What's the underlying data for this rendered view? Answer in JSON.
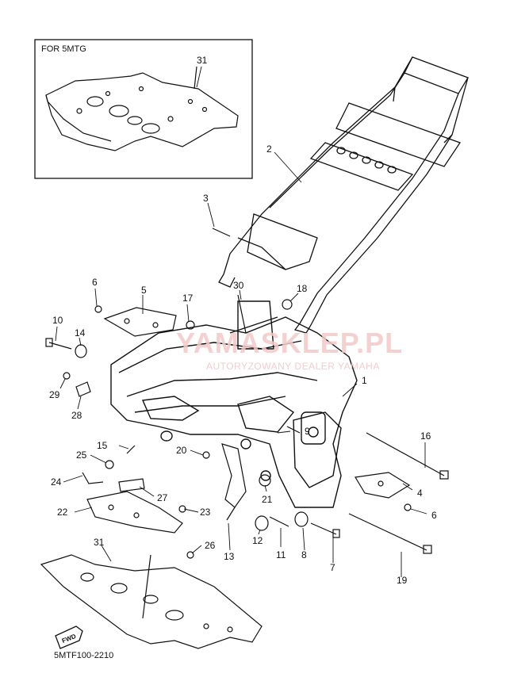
{
  "inset": {
    "caption": "FOR 5MTG",
    "part_number": "31"
  },
  "watermark": {
    "main": "YAMASKLEP.PL",
    "sub": "AUTORYZOWANY DEALER YAMAHA",
    "color": "#f3c9c9"
  },
  "fwd_label": "FWD",
  "drawing_code": "5MTF100-2210",
  "callouts": {
    "c1": "1",
    "c2": "2",
    "c3": "3",
    "c4": "4",
    "c5": "5",
    "c6a": "6",
    "c6b": "6",
    "c7": "7",
    "c8": "8",
    "c9": "9",
    "c10": "10",
    "c11": "11",
    "c12": "12",
    "c13": "13",
    "c14": "14",
    "c15": "15",
    "c16": "16",
    "c17": "17",
    "c18": "18",
    "c19": "19",
    "c20": "20",
    "c21": "21",
    "c22": "22",
    "c23": "23",
    "c24": "24",
    "c25": "25",
    "c26": "26",
    "c27": "27",
    "c28": "28",
    "c29": "29",
    "c30": "30",
    "c31": "31"
  }
}
